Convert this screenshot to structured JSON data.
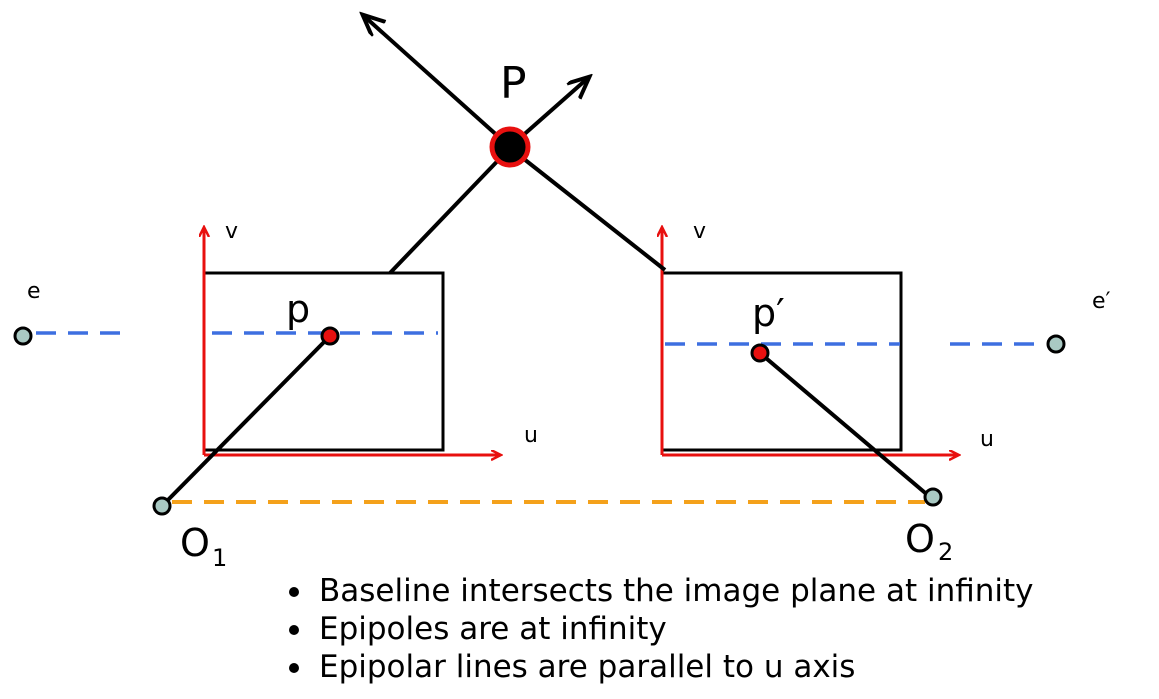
{
  "labels": {
    "point_P": "P",
    "point_p": "p",
    "point_p_prime": "p′",
    "epipole_e": "e",
    "epipole_e_prime": "e′",
    "center_1": "O",
    "center_1_sub": "1",
    "center_2": "O",
    "center_2_sub": "2",
    "axis_v_left": "v",
    "axis_u_left": "u",
    "axis_v_right": "v",
    "axis_u_right": "u"
  },
  "bullets": [
    "Baseline intersects the image plane at infinity",
    "Epipoles are at infinity",
    "Epipolar lines are parallel to u axis"
  ],
  "colors": {
    "axis": "#e8100f",
    "epipolar_line": "#3d6fe0",
    "baseline": "#f4a11b",
    "point_fill_red": "#e8100f",
    "camera_center_fill": "#a9c9c3"
  }
}
